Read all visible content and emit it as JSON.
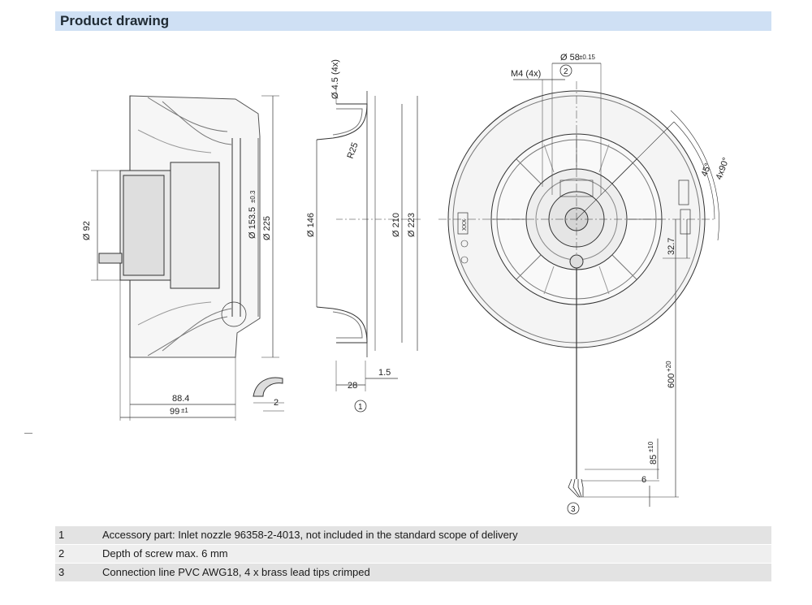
{
  "header": {
    "title": "Product drawing"
  },
  "drawing": {
    "side_view": {
      "dim_92": "Ø 92",
      "dim_153": "Ø 153.5",
      "dim_153_tol": "±0.3",
      "dim_225": "Ø 225",
      "dim_88": "88.4",
      "dim_99": "99",
      "dim_99_tol": "±1",
      "dim_2": "2"
    },
    "nozzle_view": {
      "dim_hole": "Ø 4.5 (4x)",
      "radius": "R25",
      "dim_146": "Ø 146",
      "dim_210": "Ø 210",
      "dim_223": "Ø 223",
      "dim_28": "28",
      "dim_15": "1.5",
      "callout": "1"
    },
    "front_view": {
      "dim_58": "Ø 58",
      "dim_58_tol": "±0.15",
      "dim_m4": "M4 (4x)",
      "callout_2": "2",
      "angle_45": "45°",
      "angle_4x90": "4x90°",
      "dim_327": "32.7",
      "dim_600": "600",
      "dim_600_tol": "+20",
      "dim_85": "85",
      "dim_85_tol": "±10",
      "dim_6": "6",
      "callout_3": "3",
      "label_xxx": "XXX"
    }
  },
  "notes": [
    {
      "num": "1",
      "text": "Accessory part: Inlet nozzle 96358-2-4013, not included in the standard scope of delivery"
    },
    {
      "num": "2",
      "text": "Depth of screw max. 6 mm"
    },
    {
      "num": "3",
      "text": "Connection line PVC AWG18, 4 x brass lead tips crimped"
    }
  ]
}
